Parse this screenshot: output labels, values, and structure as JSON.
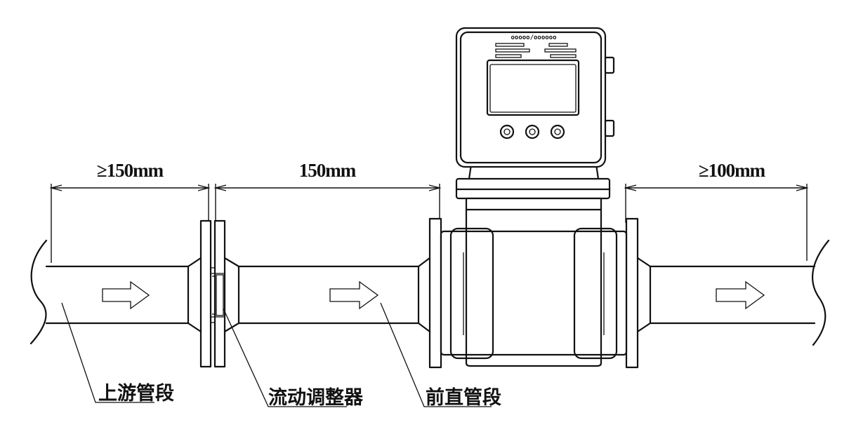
{
  "dimensions": {
    "upstream": "≥150mm",
    "conditioner_to_meter": "150mm",
    "downstream": "≥100mm"
  },
  "labels": {
    "upstream_pipe": "上游管段",
    "flow_conditioner": "流动调整器",
    "front_straight_pipe": "前直管段"
  },
  "meter": {
    "brand_text": "ooooo/oooooo"
  },
  "colors": {
    "line": "#111111",
    "background": "#ffffff"
  }
}
